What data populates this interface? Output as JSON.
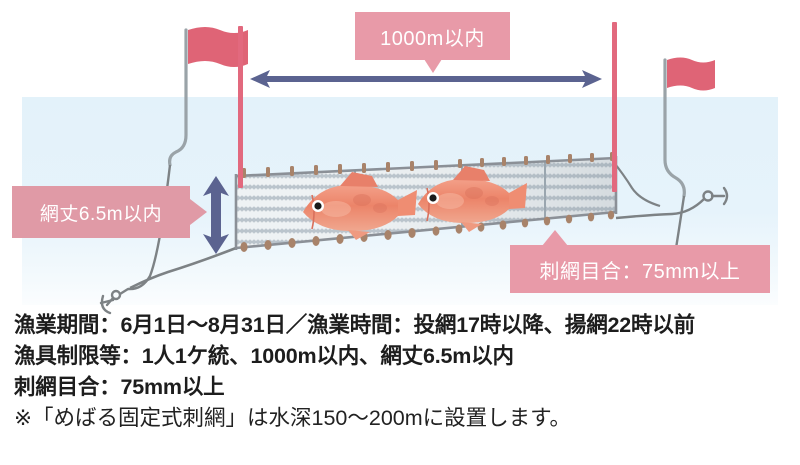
{
  "scene": {
    "title": "mebaru fixed gill net fishing diagram",
    "water_color": "#e3f2fa",
    "accent_pink": "#e89aa8",
    "accent_red": "#e2697e",
    "arrow_blue": "#5b6390",
    "fish_color": "#ef8d72"
  },
  "labels": {
    "distance": "1000m以内",
    "net_height": "網丈6.5m以内",
    "mesh_size": "刺網目合：75mm以上"
  },
  "icons": {
    "flag_left": "flag-icon",
    "flag_right": "flag-icon",
    "anchor_left": "anchor-icon",
    "anchor_right": "anchor-icon",
    "fish_1": "fish-icon",
    "fish_2": "fish-icon",
    "arrow_horizontal": "double-arrow-horizontal-icon",
    "arrow_vertical": "double-arrow-vertical-icon"
  },
  "notes": {
    "line1": "漁業期間：6月1日〜8月31日／漁業時間：投網17時以降、揚網22時以前",
    "line2": "漁具制限等：1人1ケ統、1000m以内、網丈6.5m以内",
    "line3": "刺網目合：75mm以上",
    "line4": "※「めばる固定式刺網」は水深150〜200mに設置します。"
  }
}
